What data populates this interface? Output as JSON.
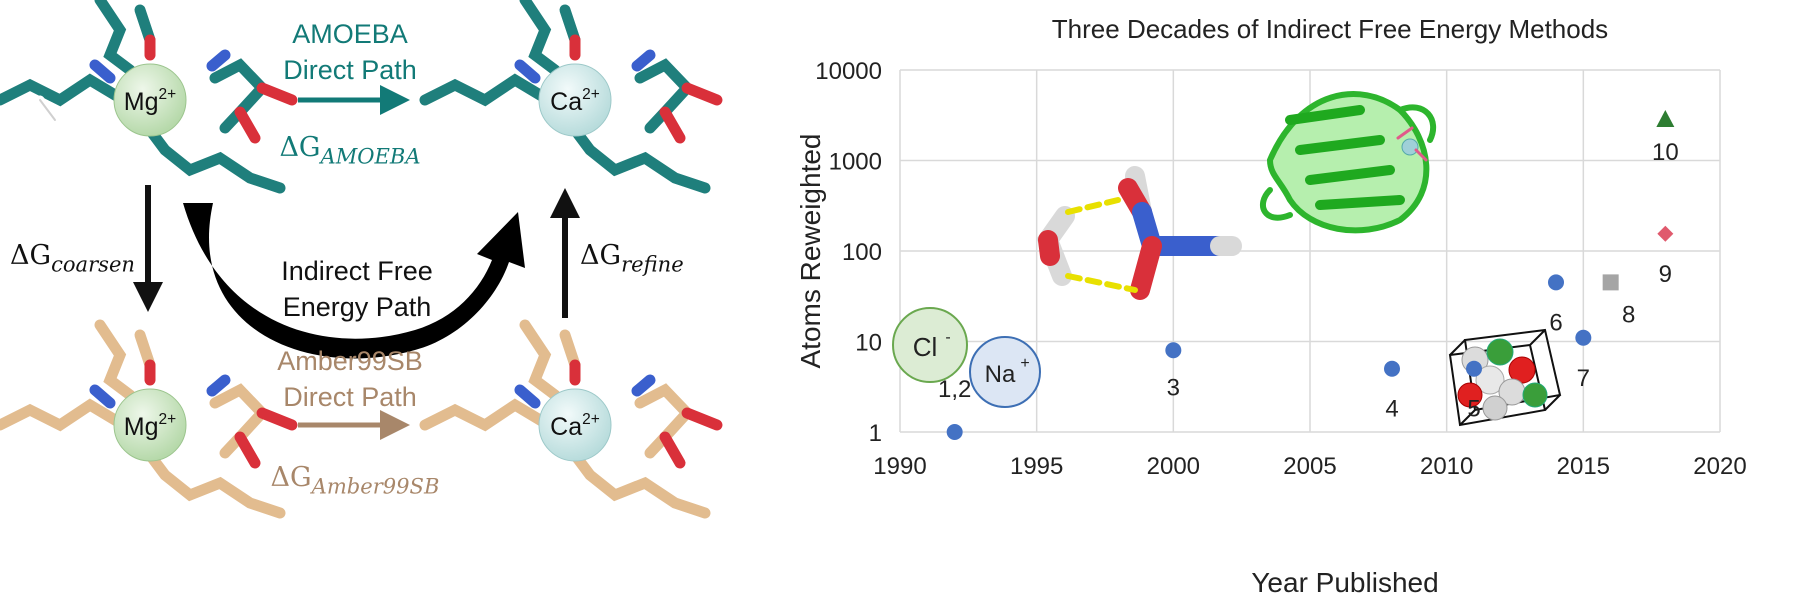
{
  "scheme": {
    "ion_top_left": "Mg",
    "ion_top_left_charge": "2+",
    "ion_top_right": "Ca",
    "ion_top_right_charge": "2+",
    "ion_bottom_left": "Mg",
    "ion_bottom_left_charge": "2+",
    "ion_bottom_right": "Ca",
    "ion_bottom_right_charge": "2+",
    "amoeba_line1": "AMOEBA",
    "amoeba_line2": "Direct Path",
    "amoeba_dg_symbol": "ΔG",
    "amoeba_dg_sub": "AMOEBA",
    "amber_line1": "Amber99SB",
    "amber_line2": "Direct Path",
    "amber_dg_symbol": "ΔG",
    "amber_dg_sub": "Amber99SB",
    "coarsen_symbol": "ΔG",
    "coarsen_sub": "coarsen",
    "refine_symbol": "ΔG",
    "refine_sub": "refine",
    "indirect_line1": "Indirect Free",
    "indirect_line2": "Energy Path",
    "colors": {
      "amoeba": "#127a77",
      "amber": "#a8876a",
      "mg": "#c6e3bd",
      "ca": "#cfeaea"
    }
  },
  "chart_data": {
    "type": "scatter",
    "title": "Three Decades of Indirect Free Energy Methods",
    "xlabel": "Year Published",
    "ylabel": "Atoms Reweighted",
    "xlim": [
      1990,
      2020
    ],
    "ylim": [
      1,
      10000
    ],
    "yscale": "log",
    "xticks": [
      "1990",
      "1995",
      "2000",
      "2005",
      "2010",
      "2015",
      "2020"
    ],
    "yticks": [
      "1",
      "10",
      "100",
      "1000",
      "10000"
    ],
    "grid": true,
    "points": [
      {
        "x": 1992,
        "y": 1,
        "label": "1,2",
        "marker": "circle",
        "color": "#4472c4"
      },
      {
        "x": 2000,
        "y": 8,
        "label": "3",
        "marker": "circle",
        "color": "#4472c4"
      },
      {
        "x": 2008,
        "y": 5,
        "label": "4",
        "marker": "circle",
        "color": "#4472c4"
      },
      {
        "x": 2011,
        "y": 5,
        "label": "5",
        "marker": "circle",
        "color": "#4472c4"
      },
      {
        "x": 2014,
        "y": 45,
        "label": "6",
        "marker": "circle",
        "color": "#4472c4"
      },
      {
        "x": 2015,
        "y": 11,
        "label": "7",
        "marker": "circle",
        "color": "#4472c4"
      },
      {
        "x": 2016,
        "y": 45,
        "label": "8",
        "marker": "square",
        "color": "#a5a5a5"
      },
      {
        "x": 2018,
        "y": 155,
        "label": "9",
        "marker": "diamond",
        "color": "#e05a6d"
      },
      {
        "x": 2018,
        "y": 2800,
        "label": "10",
        "marker": "triangle",
        "color": "#2e7d32"
      }
    ],
    "ion_badges": [
      {
        "symbol": "Cl",
        "charge": "-",
        "fill": "#dcecd4",
        "stroke": "#6aa84f"
      },
      {
        "symbol": "Na",
        "charge": "+",
        "fill": "#dce6f4",
        "stroke": "#3d6fb4"
      }
    ]
  }
}
